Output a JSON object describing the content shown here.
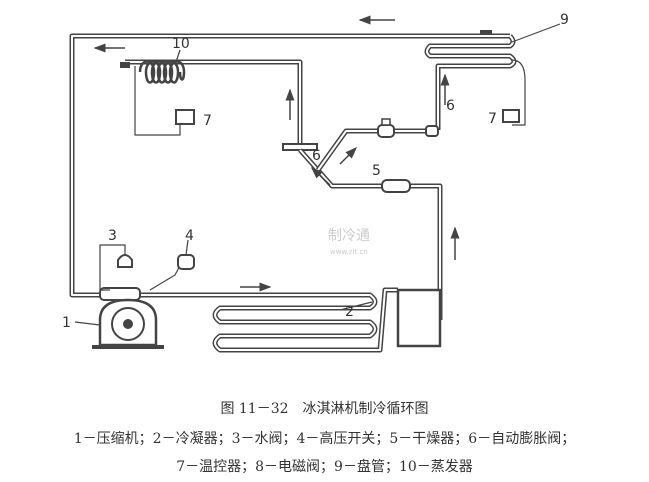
{
  "diagram": {
    "labels": [
      "1",
      "2",
      "3",
      "4",
      "5",
      "6",
      "6",
      "7",
      "7",
      "9",
      "10"
    ],
    "watermark": {
      "name": "制冷通",
      "url": "www.zlt.cn"
    }
  },
  "caption": {
    "title": "图 11－32　冰淇淋机制冷循环图",
    "legend_line1": "1－压缩机；2－冷凝器；3－水阀；4－高压开关；5－干燥器；6－自动膨胀阀；",
    "legend_line2": "7－温控器；8－电磁阀；9－盘管；10－蒸发器"
  }
}
